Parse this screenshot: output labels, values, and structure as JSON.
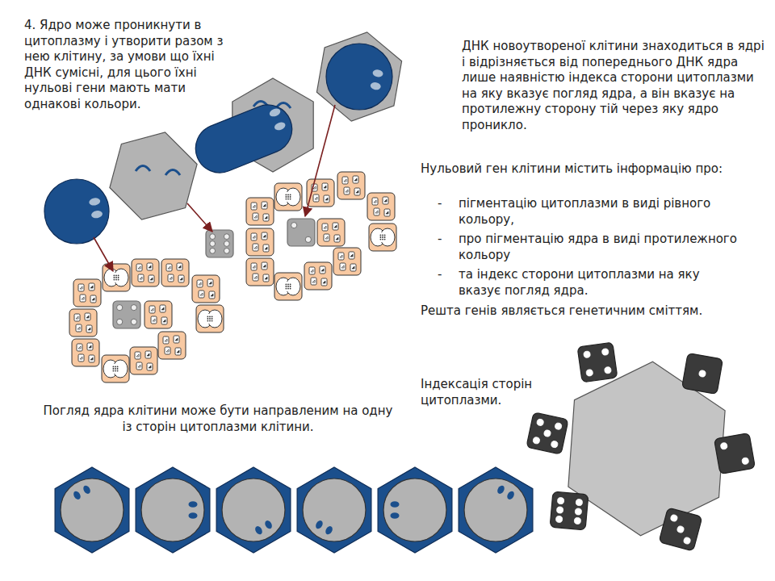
{
  "diagram": {
    "labels": [
      "4. Ядро може проникнути в цитоплазму і утворити разом з нею клітину, за умови що їхні ДНК сумісні, для цього їхні нульові гени мають мати однакові кольори.",
      "ДНК новоутвореної клітини знаходиться в ядрі і відрізняється від попереднього ДНК ядра лише наявністю індекса сторони цитоплазми на яку вказує погляд ядра, а він вказує на протилежну сторону тій через яку ядро проникло.",
      "Нульовий ген клітини містить інформацію про:",
      "-",
      "пігментацію цитоплазми в виді рівного кольору,",
      "-",
      "про пігментацію ядра в виді протилежного кольору",
      "-",
      "та індекс сторони цитоплазми на яку вказує погляд ядра.",
      "Решта генів являється генетичним сміттям.",
      "Індексація сторін цитоплазми.",
      "Погляд ядра клітини може бути направленим на одну із сторін цитоплазми клітини."
    ]
  }
}
